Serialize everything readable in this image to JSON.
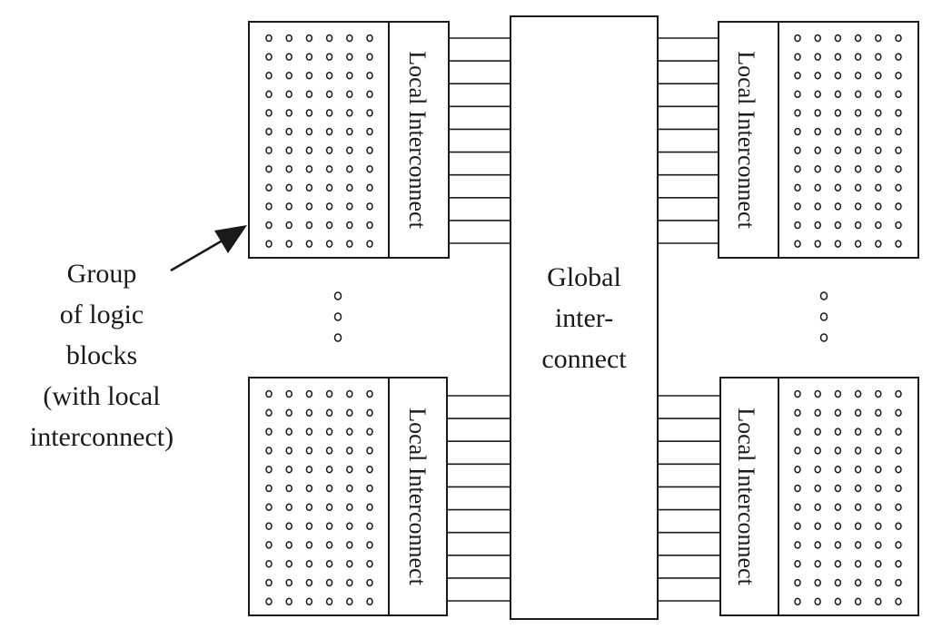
{
  "diagram": {
    "global_interconnect": {
      "lines": [
        "Global",
        "inter-",
        "connect"
      ]
    },
    "local_interconnect_label": "Local Interconnect",
    "callout": {
      "lines": [
        "Group",
        "of logic",
        "blocks",
        "(with local",
        "interconnect)"
      ]
    },
    "groups": [
      {
        "id": "top-left"
      },
      {
        "id": "top-right"
      },
      {
        "id": "bottom-left"
      },
      {
        "id": "bottom-right"
      }
    ],
    "logic_block_grid": {
      "rows": 12,
      "cols": 6
    },
    "wires_per_group": 10,
    "ellipsis_dots": 3
  }
}
